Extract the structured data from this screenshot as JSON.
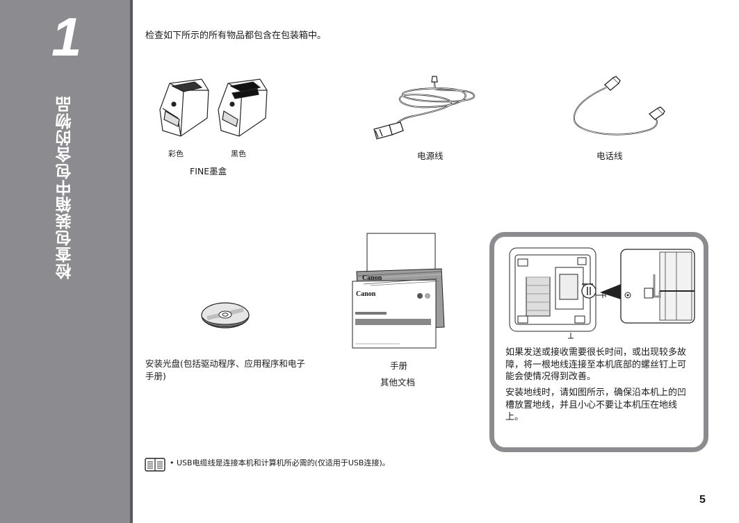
{
  "sidebar": {
    "step_number": "1",
    "title": "检查包装箱中包含的物品"
  },
  "intro": "检查如下所示的所有物品都包含在包装箱中。",
  "items": {
    "cartridge_color": "彩色",
    "cartridge_black": "黑色",
    "cartridge_name": "FINE墨盒",
    "power_cord": "电源线",
    "phone_cord": "电话线",
    "cd": "安装光盘(包括驱动程序、应用程序和电子手册)",
    "manual": "手册",
    "other_docs": "其他文档"
  },
  "docs_brand": "Canon",
  "info_box": {
    "p1": "如果发送或接收需要很长时间，或出现较多故障，将一根地线连接至本机底部的螺丝钉上可能会使情况得到改善。",
    "p2": "安装地线时，请如图所示，确保沿本机上的凹槽放置地线，并且小心不要让本机压在地线上。"
  },
  "note": {
    "bullet": "•",
    "text": "USB电缆线是连接本机和计算机所必需的(仅适用于USB连接)。",
    "icon": "manual-note-icon"
  },
  "page_number": "5",
  "colors": {
    "sidebar": "#8c8b8f",
    "sidebar_edge": "#5a595c",
    "info_border": "#8c8b8f"
  }
}
